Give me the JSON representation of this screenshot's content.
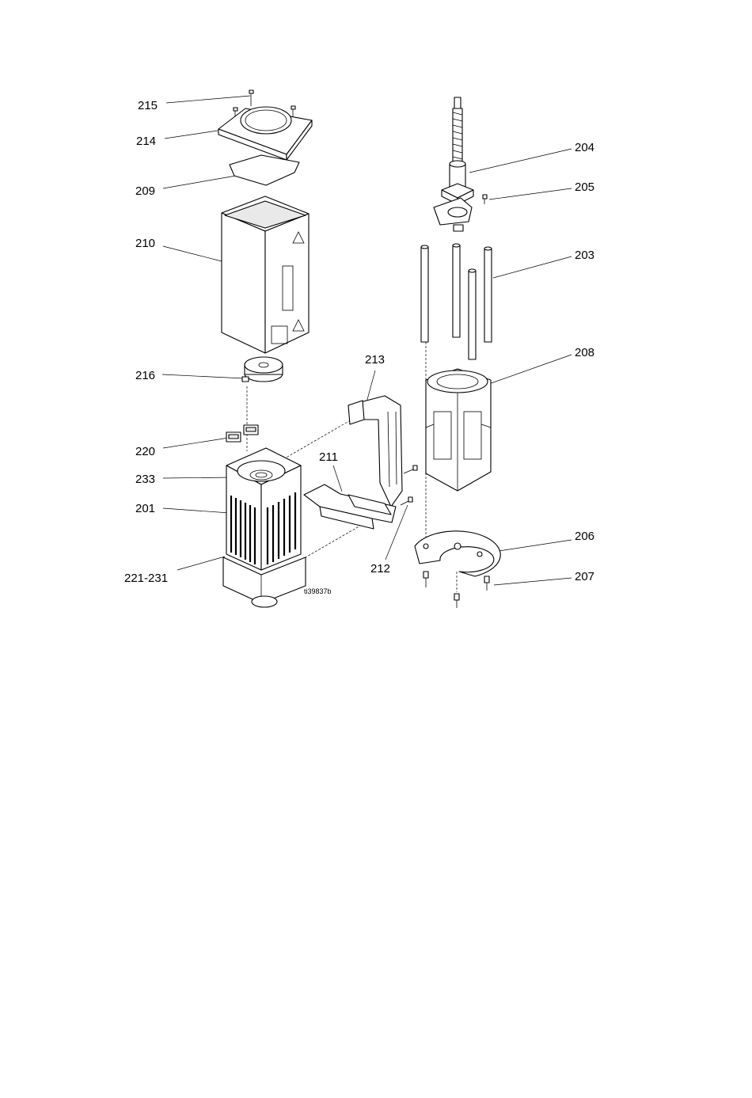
{
  "figure_id": "ti39837b",
  "callouts": [
    {
      "id": "215",
      "text": "215"
    },
    {
      "id": "214",
      "text": "214"
    },
    {
      "id": "209",
      "text": "209"
    },
    {
      "id": "210",
      "text": "210"
    },
    {
      "id": "216",
      "text": "216"
    },
    {
      "id": "220",
      "text": "220"
    },
    {
      "id": "233",
      "text": "233"
    },
    {
      "id": "201",
      "text": "201"
    },
    {
      "id": "221-231",
      "text": "221-231"
    },
    {
      "id": "211",
      "text": "211"
    },
    {
      "id": "212",
      "text": "212"
    },
    {
      "id": "213",
      "text": "213"
    },
    {
      "id": "204",
      "text": "204"
    },
    {
      "id": "205",
      "text": "205"
    },
    {
      "id": "203",
      "text": "203"
    },
    {
      "id": "208",
      "text": "208"
    },
    {
      "id": "206",
      "text": "206"
    },
    {
      "id": "207",
      "text": "207"
    }
  ]
}
